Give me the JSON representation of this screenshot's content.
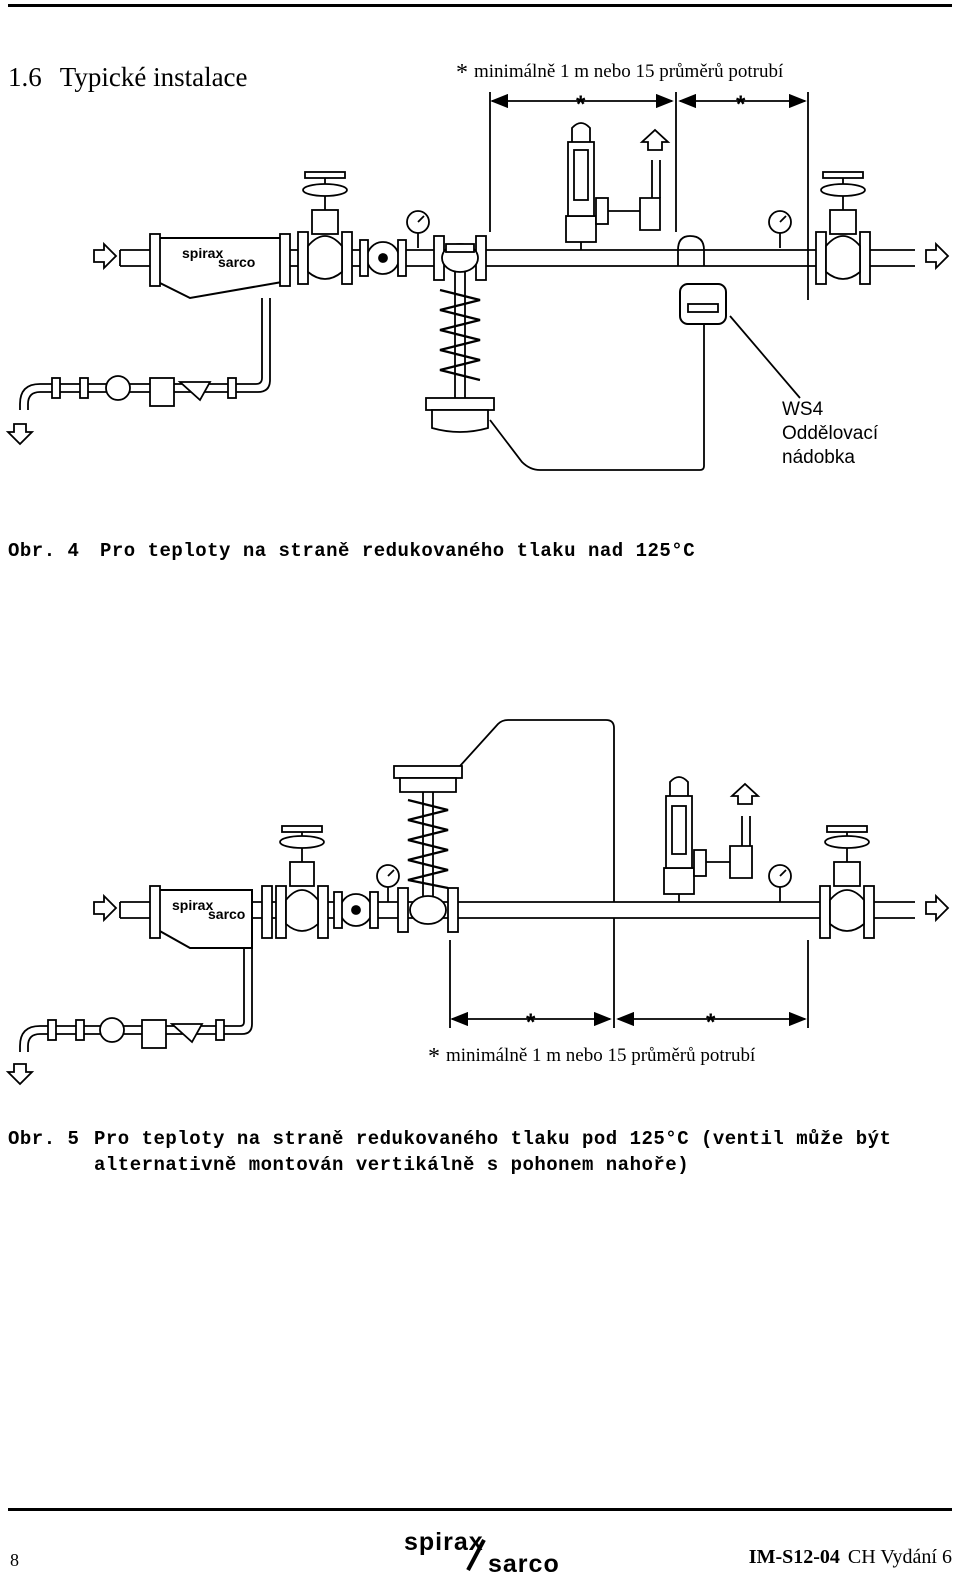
{
  "section": {
    "number": "1.6",
    "title": "Typické instalace"
  },
  "fig4": {
    "note_symbol": "*",
    "note": "minimálně 1 m nebo 15 průměrů potrubí",
    "dim_marks": [
      "*",
      "*"
    ],
    "brand_top": "spirax",
    "brand_bottom": "sarco",
    "ws4_line1": "WS4",
    "ws4_line2": "Oddělovací",
    "ws4_line3": "nádobka",
    "caption_label": "Obr. 4",
    "caption_text": "Pro teploty na straně redukovaného tlaku nad 125°C"
  },
  "fig5": {
    "note_symbol": "*",
    "note": "minimálně 1 m nebo 15 průměrů potrubí",
    "dim_marks": [
      "*",
      "*"
    ],
    "brand_top": "spirax",
    "brand_bottom": "sarco",
    "caption_label": "Obr. 5",
    "caption_line1": "Pro teploty na straně redukovaného tlaku pod 125°C (ventil může být",
    "caption_line2": "alternativně montován vertikálně s pohonem nahoře)"
  },
  "footer": {
    "page_number": "8",
    "brand_top": "spirax",
    "brand_bottom": "sarco",
    "doc_code": "IM-S12-04",
    "doc_edition": "CH Vydání 6"
  }
}
